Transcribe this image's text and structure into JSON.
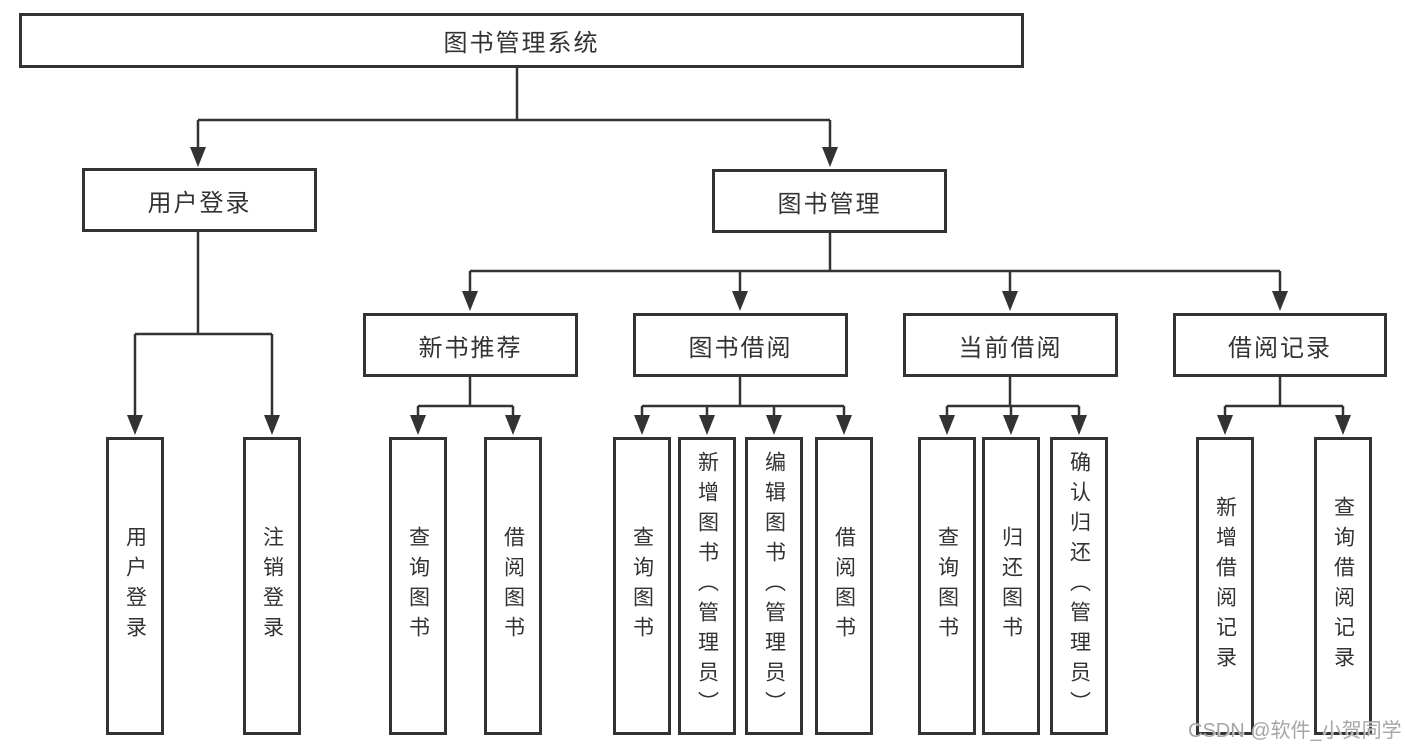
{
  "nodes": {
    "root": "图书管理系统",
    "user_login": "用户登录",
    "book_mgmt": "图书管理",
    "new_books": "新书推荐",
    "book_borrow": "图书借阅",
    "current_borrow": "当前借阅",
    "borrow_records": "借阅记录"
  },
  "leaves": {
    "user_login": [
      "用户登录",
      "注销登录"
    ],
    "new_books": [
      "查询图书",
      "借阅图书"
    ],
    "book_borrow": [
      "查询图书",
      "新增图书（管理员）",
      "编辑图书（管理员）",
      "借阅图书"
    ],
    "current_borrow": [
      "查询图书",
      "归还图书",
      "确认归还（管理员）"
    ],
    "borrow_records": [
      "新增借阅记录",
      "查询借阅记录"
    ]
  },
  "watermark": "CSDN @软件_小贺同学",
  "colors": {
    "line": "#333333",
    "text": "#333333",
    "background": "#ffffff",
    "watermark": "#a6a6a6"
  }
}
